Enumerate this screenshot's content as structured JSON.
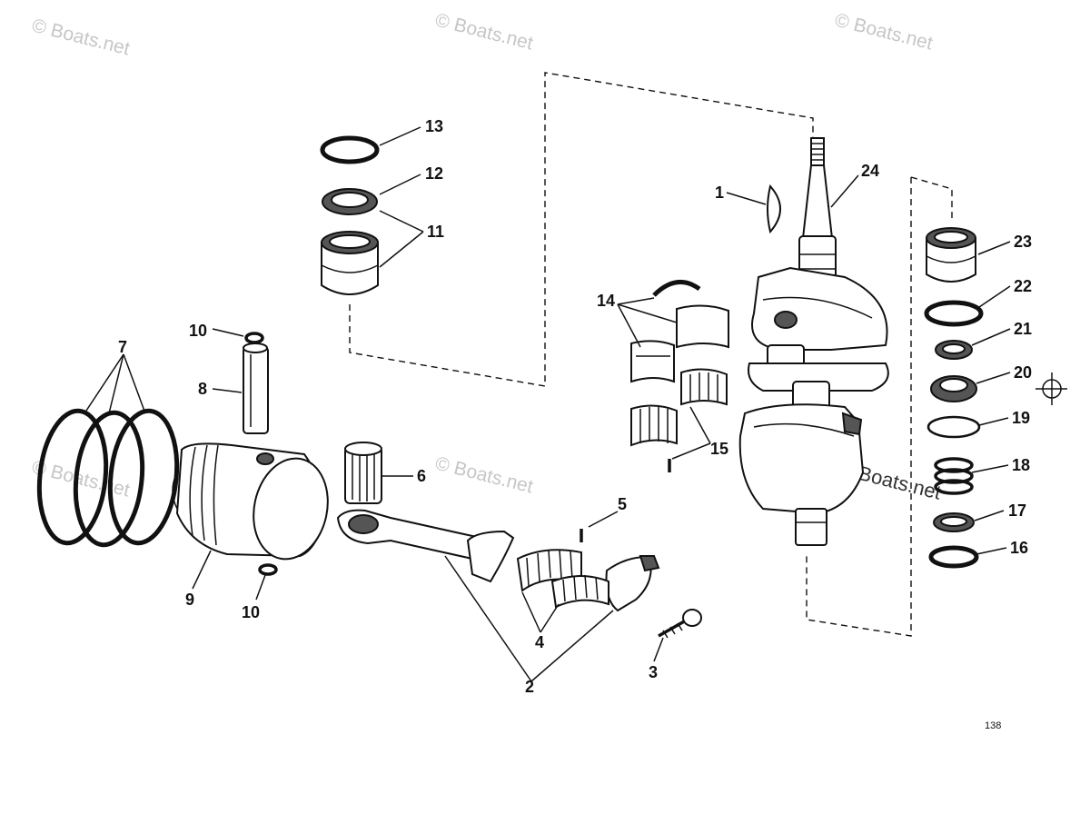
{
  "watermark_text": "© Boats.net",
  "figure_number": "138",
  "labels": {
    "p1": "1",
    "p2": "2",
    "p3": "3",
    "p4": "4",
    "p5": "5",
    "p6": "6",
    "p7": "7",
    "p8": "8",
    "p9": "9",
    "p10a": "10",
    "p10b": "10",
    "p11": "11",
    "p12": "12",
    "p13": "13",
    "p14": "14",
    "p15": "15",
    "p16": "16",
    "p17": "17",
    "p18": "18",
    "p19": "19",
    "p20": "20",
    "p21": "21",
    "p22": "22",
    "p23": "23",
    "p24": "24"
  }
}
